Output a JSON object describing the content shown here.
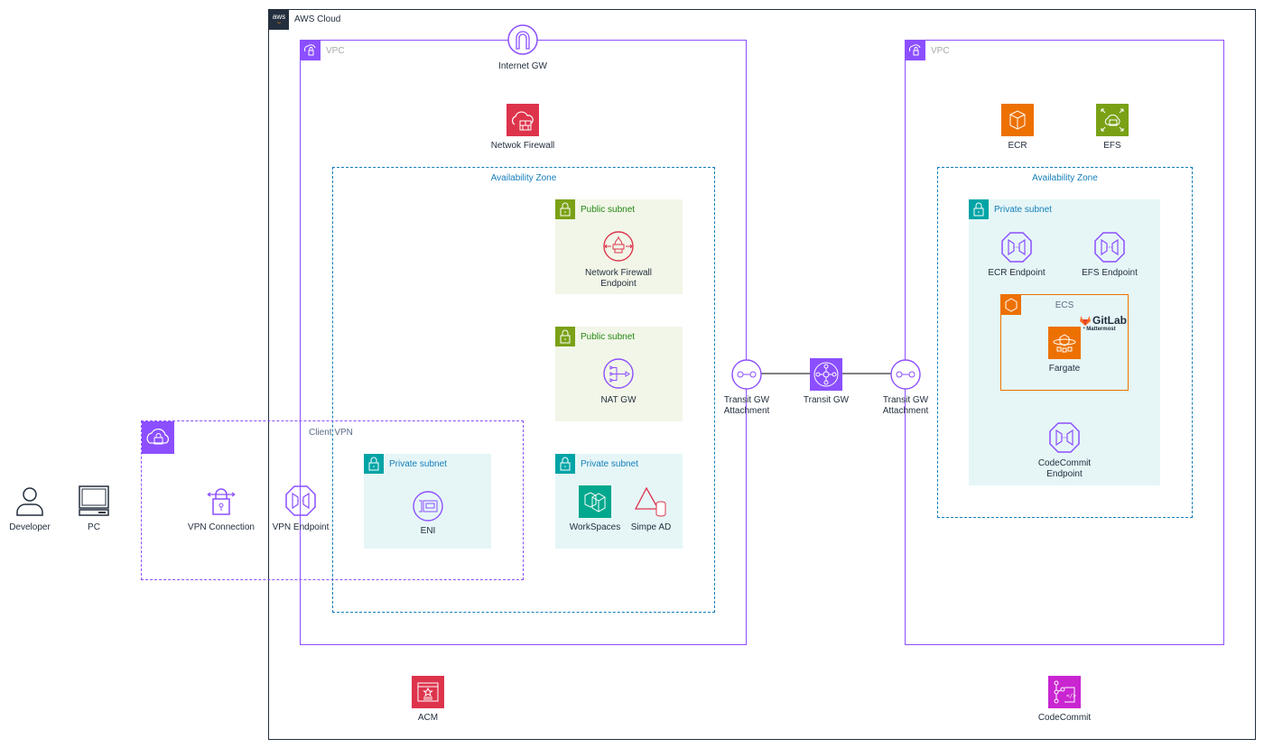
{
  "colors": {
    "aws_cloud_border": "#232f3e",
    "vpc_purple": "#8c4fff",
    "az_blue": "#147eba",
    "public_subnet_fill": "#f2f6e8",
    "public_subnet_accent": "#7aa116",
    "public_subnet_text": "#248814",
    "private_subnet_fill": "#e6f6f7",
    "private_subnet_accent": "#00a4a6",
    "private_subnet_text": "#147eba",
    "firewall_red": "#dd344c",
    "ecs_orange": "#ed7100",
    "efs_green": "#7aa116",
    "workspaces_teal": "#01a88d",
    "codecommit_magenta": "#c925d1"
  },
  "groups": {
    "aws_cloud": "AWS Cloud",
    "vpc_left": "VPC",
    "vpc_right": "VPC",
    "az_left": "Availability Zone",
    "az_right": "Availability Zone",
    "public_subnet_1": "Public subnet",
    "public_subnet_2": "Public subnet",
    "private_subnet_eni": "Private subnet",
    "private_subnet_ws": "Private subnet",
    "private_subnet_right": "Private subnet",
    "client_vpn": "Client VPN",
    "ecs": "ECS"
  },
  "nodes": {
    "developer": "Developer",
    "pc": "PC",
    "vpn_connection": "VPN Connection",
    "vpn_endpoint": "VPN Endpoint",
    "internet_gw": "Internet GW",
    "network_firewall": "Netwok Firewall",
    "nfw_endpoint": "Network Firewall\nEndpoint",
    "nat_gw": "NAT GW",
    "eni": "ENI",
    "workspaces": "WorkSpaces",
    "simple_ad": "Simpe AD",
    "tgw_attach_left": "Transit GW\nAttachment",
    "transit_gw": "Transit GW",
    "tgw_attach_right": "Transit GW\nAttachment",
    "ecr": "ECR",
    "efs": "EFS",
    "ecr_endpoint": "ECR Endpoint",
    "efs_endpoint": "EFS Endpoint",
    "fargate": "Fargate",
    "gitlab": "GitLab",
    "mattermost": "Mattermost",
    "codecommit_endpoint": "CodeCommit\nEndpoint",
    "acm": "ACM",
    "codecommit": "CodeCommit"
  }
}
